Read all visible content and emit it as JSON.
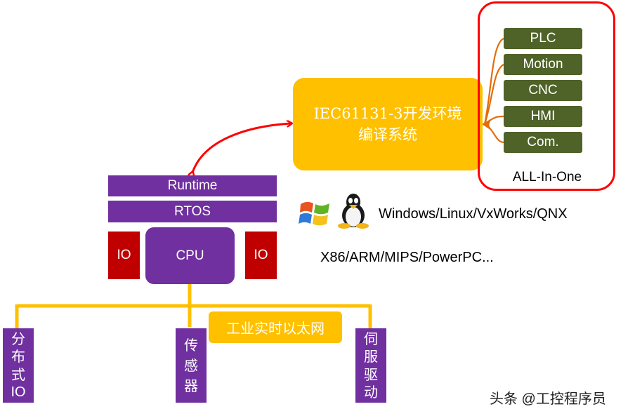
{
  "ide_box": {
    "line1": "IEC61131-3开发环境",
    "line2": "编译系统"
  },
  "all_in_one": {
    "modules": [
      "PLC",
      "Motion",
      "CNC",
      "HMI",
      "Com."
    ],
    "caption": "ALL-In-One"
  },
  "stack": {
    "runtime": "Runtime",
    "rtos": "RTOS",
    "cpu": "CPU",
    "io_left": "IO",
    "io_right": "IO"
  },
  "platforms": {
    "os_icons": [
      "windows-logo-icon",
      "linux-tux-icon"
    ],
    "os_text": "Windows/Linux/VxWorks/QNX",
    "arch_text": "X86/ARM/MIPS/PowerPC..."
  },
  "network": {
    "label": "工业实时以太网",
    "nodes": [
      {
        "chars": [
          "分",
          "布",
          "式",
          "IO"
        ]
      },
      {
        "chars": [
          "传",
          "感",
          "器"
        ]
      },
      {
        "chars": [
          "伺",
          "服",
          "驱",
          "动"
        ]
      }
    ]
  },
  "watermark": "头条 @工控程序员",
  "colors": {
    "purple": "#7030a0",
    "io_red": "#c00000",
    "module_olive": "#4f6228",
    "gold": "#ffc000",
    "frame_red": "#ff0000",
    "connector_orange": "#e36c09"
  }
}
